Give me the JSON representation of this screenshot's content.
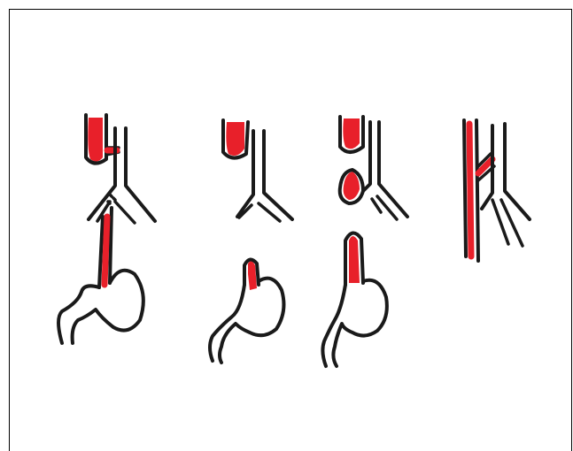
{
  "colors": {
    "ink": "#1a1a1a",
    "highlight": "#e8202a",
    "frame": "#000000",
    "background": "#ffffff"
  },
  "figure": {
    "panels": [
      {
        "id": "a",
        "has_stomach": true,
        "has_lower_esophagus": true,
        "has_fistula": true
      },
      {
        "id": "b",
        "has_stomach": true,
        "has_lower_esophagus": false,
        "has_fistula": false
      },
      {
        "id": "c",
        "has_stomach": true,
        "has_lower_esophagus": false,
        "has_fistula": false
      },
      {
        "id": "d",
        "has_stomach": false,
        "has_lower_esophagus": false,
        "has_fistula": true
      }
    ]
  }
}
